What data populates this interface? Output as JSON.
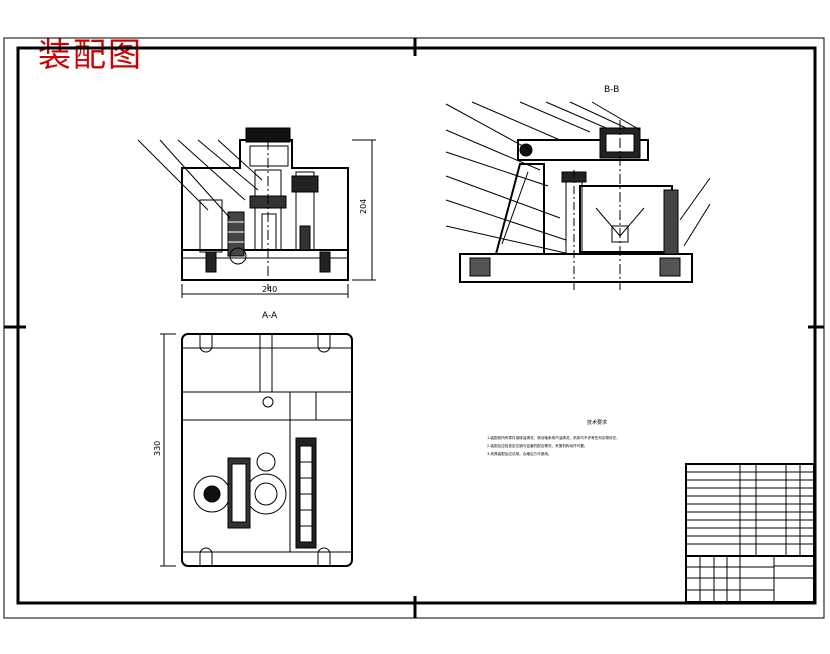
{
  "sheet": {
    "title_cn": "装配图",
    "title_color": "#d10000"
  },
  "front_view": {
    "dims": {
      "width": "240",
      "height": "204"
    }
  },
  "section_a": {
    "label": "A-A",
    "dims": {
      "height": "330"
    }
  },
  "section_b": {
    "label": "B-B"
  },
  "notes": {
    "heading": "技术要求",
    "lines": [
      "1.装配前所有零件用煤油清洗，滚动轴承用汽油清洗，机体内不许有任何杂物存在。",
      "2.装配后应检查定位销与钻套的配合情况，夹紧机构动作可靠。",
      "3.夹具装配后应试用，合格后方可使用。"
    ]
  }
}
